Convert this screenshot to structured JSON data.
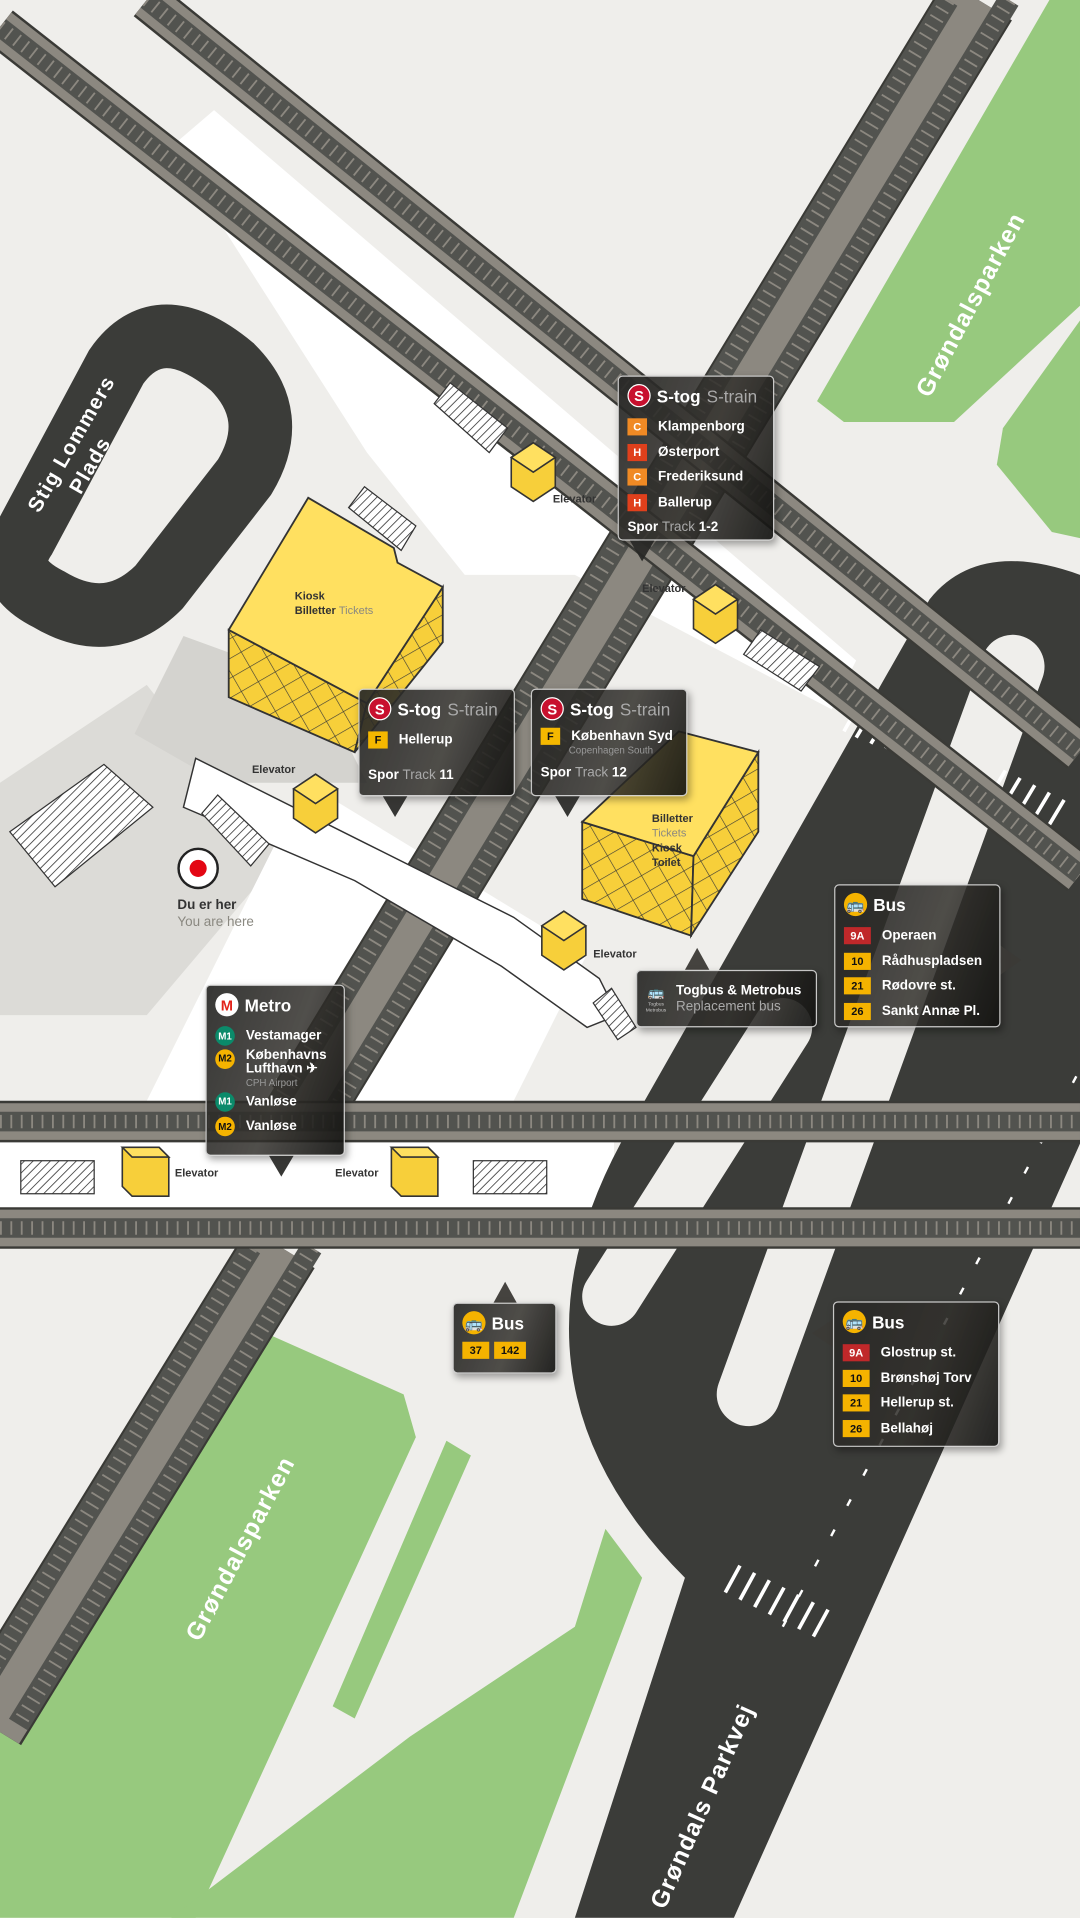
{
  "colors": {
    "background": "#efeeeb",
    "park": "#97c97e",
    "road": "#3b3c39",
    "building": "#ffe060",
    "track_outer": "#8c8880",
    "track_inner": "#52534f",
    "you_are_here": "#e30613",
    "stog_red": "#c8102e",
    "badge_C": "#f08a24",
    "badge_H": "#e0401c",
    "badge_F": "#f5b800",
    "badge_9A": "#c0282a",
    "badge_yellow": "#f5b300",
    "metro_M1": "#0b8a6a",
    "metro_M2": "#f5b300"
  },
  "streets": {
    "park_top": "Grøndalsparken",
    "park_bottom": "Grøndalsparken",
    "plaza_line1": "Stig Lommers",
    "plaza_line2": "Plads",
    "road": "Grøndals Parkvej"
  },
  "you_are_here": {
    "da": "Du er her",
    "en": "You are here"
  },
  "elevator_label": "Elevator",
  "kiosk1": {
    "line1": "Kiosk",
    "line2_da": "Billetter",
    "line2_en": "Tickets"
  },
  "kiosk2": {
    "line1": "Billetter",
    "line2": "Tickets",
    "line3": "Kiosk",
    "line4": "Toilet"
  },
  "stog_track12": {
    "logo": "S",
    "title_da": "S-tog",
    "title_en": "S-train",
    "routes": [
      {
        "line": "C",
        "dest": "Klampenborg"
      },
      {
        "line": "H",
        "dest": "Østerport"
      },
      {
        "line": "C",
        "dest": "Frederiksund"
      },
      {
        "line": "H",
        "dest": "Ballerup"
      }
    ],
    "track_da": "Spor",
    "track_en": "Track",
    "track_no": "1-2"
  },
  "stog_track11": {
    "logo": "S",
    "title_da": "S-tog",
    "title_en": "S-train",
    "routes": [
      {
        "line": "F",
        "dest": "Hellerup"
      }
    ],
    "track_da": "Spor",
    "track_en": "Track",
    "track_no": "11"
  },
  "stog_track_12": {
    "logo": "S",
    "title_da": "S-tog",
    "title_en": "S-train",
    "routes": [
      {
        "line": "F",
        "dest": "København Syd",
        "sub": "Copenhagen South"
      }
    ],
    "track_da": "Spor",
    "track_en": "Track",
    "track_no": "12"
  },
  "metro": {
    "logo": "M",
    "title": "Metro",
    "routes": [
      {
        "line": "M1",
        "dest": "Vestamager"
      },
      {
        "line": "M2",
        "dest": "Københavns",
        "dest2": "Lufthavn ✈",
        "sub": "CPH Airport"
      },
      {
        "line": "M1",
        "dest": "Vanløse"
      },
      {
        "line": "M2",
        "dest": "Vanløse"
      }
    ]
  },
  "togbus": {
    "icon_caption1": "Togbus",
    "icon_caption2": "Metrobus",
    "title": "Togbus & Metrobus",
    "subtitle": "Replacement bus"
  },
  "bus_right": {
    "title": "Bus",
    "routes": [
      {
        "line": "9A",
        "dest": "Operaen"
      },
      {
        "line": "10",
        "dest": "Rådhuspladsen"
      },
      {
        "line": "21",
        "dest": "Rødovre st."
      },
      {
        "line": "26",
        "dest": "Sankt Annæ Pl."
      }
    ]
  },
  "bus_small": {
    "title": "Bus",
    "lines": [
      "37",
      "142"
    ]
  },
  "bus_bottom": {
    "title": "Bus",
    "routes": [
      {
        "line": "9A",
        "dest": "Glostrup st."
      },
      {
        "line": "10",
        "dest": "Brønshøj Torv"
      },
      {
        "line": "21",
        "dest": "Hellerup st."
      },
      {
        "line": "26",
        "dest": "Bellahøj"
      }
    ]
  }
}
